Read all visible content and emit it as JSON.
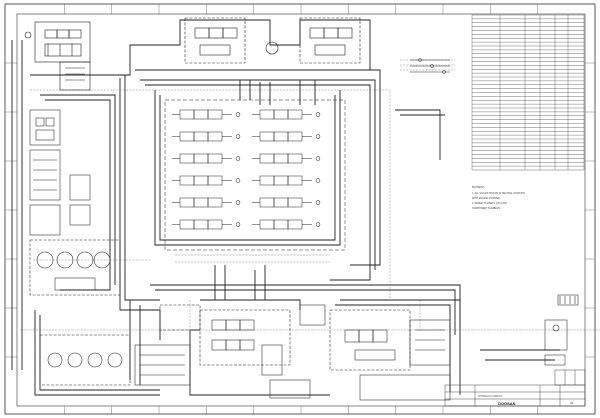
{
  "title_block": {
    "company": "DOOSAN",
    "subtitle": "HYDRAULIC CIRCUIT",
    "sheet": "A1"
  },
  "notes": {
    "heading": "NOTE(S)",
    "lines": [
      "1. ALL VALVES SHOWN IN NEUTRAL POSITION",
      "   WITH ENGINE STOPPED",
      "2. REFER TO PARTS LIST FOR",
      "   COMPONENT NUMBERS"
    ]
  },
  "parts_list": {
    "rows": 40
  },
  "colors": {
    "line": "#2a2a2a",
    "paper": "#ffffff"
  }
}
